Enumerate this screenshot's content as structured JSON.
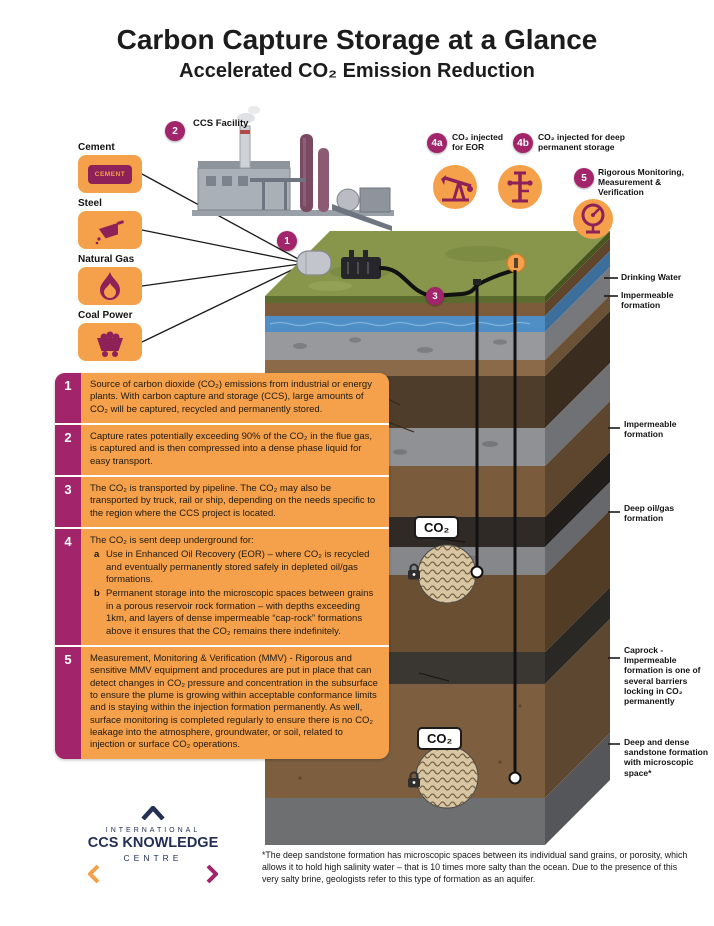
{
  "header": {
    "title": "Carbon Capture Storage at a Glance",
    "subtitle": "Accelerated CO₂ Emission Reduction"
  },
  "facility": {
    "label": "CCS Facility"
  },
  "sources": {
    "cement": {
      "label": "Cement",
      "bag_text": "CEMENT"
    },
    "steel": {
      "label": "Steel"
    },
    "natural_gas": {
      "label": "Natural Gas"
    },
    "coal_power": {
      "label": "Coal Power"
    }
  },
  "markers": {
    "m1": "1",
    "m2": "2",
    "m3": "3",
    "m4a": "4a",
    "m4b": "4b",
    "m5": "5"
  },
  "injection": {
    "eor_label": "CO₂ injected for EOR",
    "deep_label": "CO₂ injected for deep permanent storage",
    "mmv_label": "Rigorous Monitoring, Measurement & Verification"
  },
  "strata": {
    "drinking_water": "Drinking Water",
    "impermeable_1": "Impermeable formation",
    "impermeable_2": "Impermeable formation",
    "oil_gas": "Deep oil/gas formation",
    "caprock": "Caprock - Impermeable formation is one of several barriers locking in CO₂ permanently",
    "sandstone": "Deep and dense sandstone formation with microscopic space*"
  },
  "co2_tag": "CO₂",
  "steps": [
    {
      "num": "1",
      "text": "Source of carbon dioxide (CO₂) emissions from industrial or energy plants. With carbon capture and storage (CCS), large amounts of CO₂ will be captured, recycled and permanently stored."
    },
    {
      "num": "2",
      "text": "Capture rates potentially exceeding 90% of the CO₂ in the flue gas, is captured and is then compressed into a dense phase liquid for easy transport."
    },
    {
      "num": "3",
      "text": "The CO₂ is transported by pipeline. The CO₂ may also be transported by truck, rail or ship, depending on the needs specific to the region where the CCS project is located."
    },
    {
      "num": "4",
      "intro": "The CO₂ is sent deep underground for:",
      "a_key": "a",
      "a_text": "Use in Enhanced Oil Recovery (EOR) – where CO₂ is recycled and eventually permanently stored safely in depleted oil/gas formations.",
      "b_key": "b",
      "b_text": "Permanent storage into the microscopic spaces between grains in a porous reservoir rock formation – with depths exceeding 1km, and layers of dense impermeable “cap-rock” formations above it ensures that the CO₂ remains there indefinitely."
    },
    {
      "num": "5",
      "text": "Measurement, Monitoring & Verification (MMV) - Rigorous and sensitive MMV equipment and procedures are put in place that can detect changes in CO₂ pressure and concentration in the subsurface to ensure the plume is growing within acceptable conformance limits and is staying within the injection formation permanently. As well, surface monitoring is completed regularly to ensure there is no CO₂ leakage into the atmosphere, groundwater, or soil, related to injection or surface CO₂ operations."
    }
  ],
  "logo": {
    "line1": "INTERNATIONAL",
    "line2": "CCS KNOWLEDGE",
    "line3": "CENTRE"
  },
  "footnote": "*The deep sandstone formation has microscopic spaces between its individual sand grains, or porosity, which allows it to hold high salinity water – that is 10 times more salty than the ocean. Due to the presence of this very salty brine, geologists refer to this type of formation as an aquifer.",
  "colors": {
    "orange": "#F5A04A",
    "magenta": "#A2246B",
    "navy": "#232F54"
  }
}
